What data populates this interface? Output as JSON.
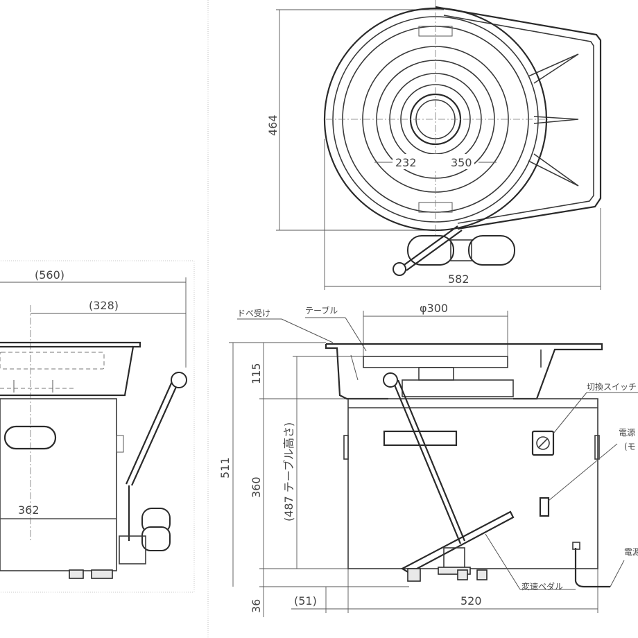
{
  "side_view": {
    "dim_overall": "(560)",
    "dim_offset": "(328)",
    "dim_base": "362"
  },
  "top_view": {
    "dim_depth": "464",
    "dim_inner": "232",
    "dim_outer": "350",
    "dim_width": "582"
  },
  "front_view": {
    "dim_table_dia": "φ300",
    "dim_bowl_height": "115",
    "dim_total_height": "511",
    "dim_body_height": "360",
    "dim_table_height": "(487  テーブル高さ)",
    "dim_foot": "36",
    "dim_side_offset": "(51)",
    "dim_body_width": "520",
    "label_drip": "ドベ受け",
    "label_table": "テーブル",
    "label_switch": "切換スイッチ",
    "label_power": "電源",
    "label_motor": "(モ",
    "label_power2": "電源",
    "label_pedal": "変速ペダル"
  }
}
